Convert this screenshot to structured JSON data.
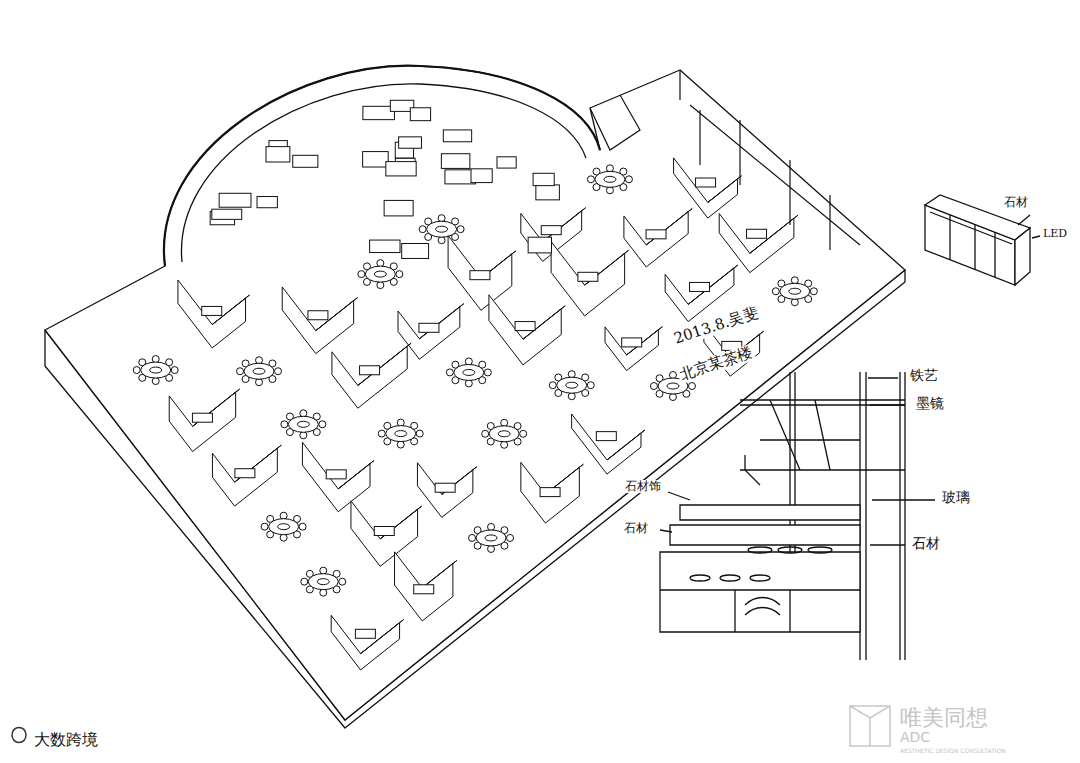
{
  "diagram": {
    "labels": [
      "2013.8.吴斐",
      "北京某茶楼",
      "石材",
      "LED",
      "铁艺",
      "墨镜",
      "玻璃",
      "石材",
      "石材饰",
      "石材",
      "大数跨境",
      "唯美同想",
      "ADC",
      "AESTHETIC DESIGN CONSULTATION"
    ]
  }
}
